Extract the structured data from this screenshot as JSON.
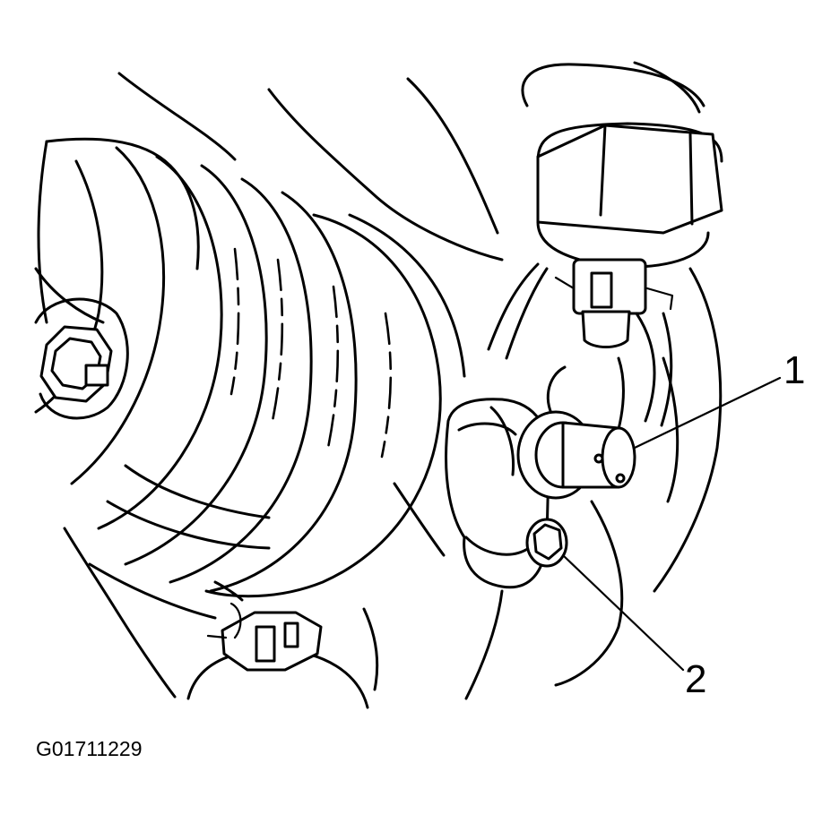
{
  "callouts": [
    {
      "id": "1",
      "label": "1"
    },
    {
      "id": "2",
      "label": "2"
    }
  ],
  "figure_id": "G01711229",
  "line_color": "#000000",
  "background": "#ffffff"
}
